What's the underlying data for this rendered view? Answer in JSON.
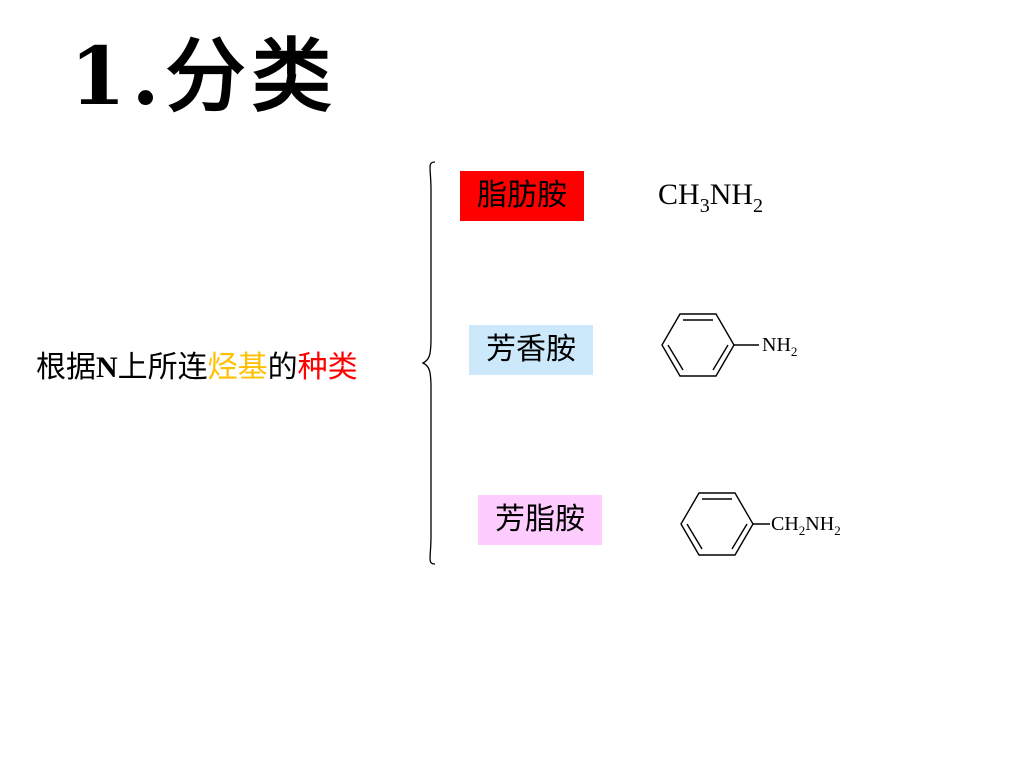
{
  "title": "1.分类",
  "criterion": {
    "part1": "根据",
    "part2": "N",
    "part3": "上所连",
    "part4": "烃基",
    "part5": "的",
    "part6": "种类"
  },
  "categories": [
    {
      "label": "脂肪胺",
      "bg_color": "#ff0000"
    },
    {
      "label": "芳香胺",
      "bg_color": "#cce8fb"
    },
    {
      "label": "芳脂胺",
      "bg_color": "#ffccff"
    }
  ],
  "examples": {
    "aliphatic": {
      "f1": "CH",
      "f2": "3",
      "f3": "NH",
      "f4": "2"
    },
    "aromatic": {
      "g1": "NH",
      "g2": "2"
    },
    "araliphatic": {
      "g1": "CH",
      "g2": "2",
      "g3": "NH",
      "g4": "2"
    }
  },
  "colors": {
    "highlight_yellow": "#ffc000",
    "highlight_red": "#ff0000"
  }
}
